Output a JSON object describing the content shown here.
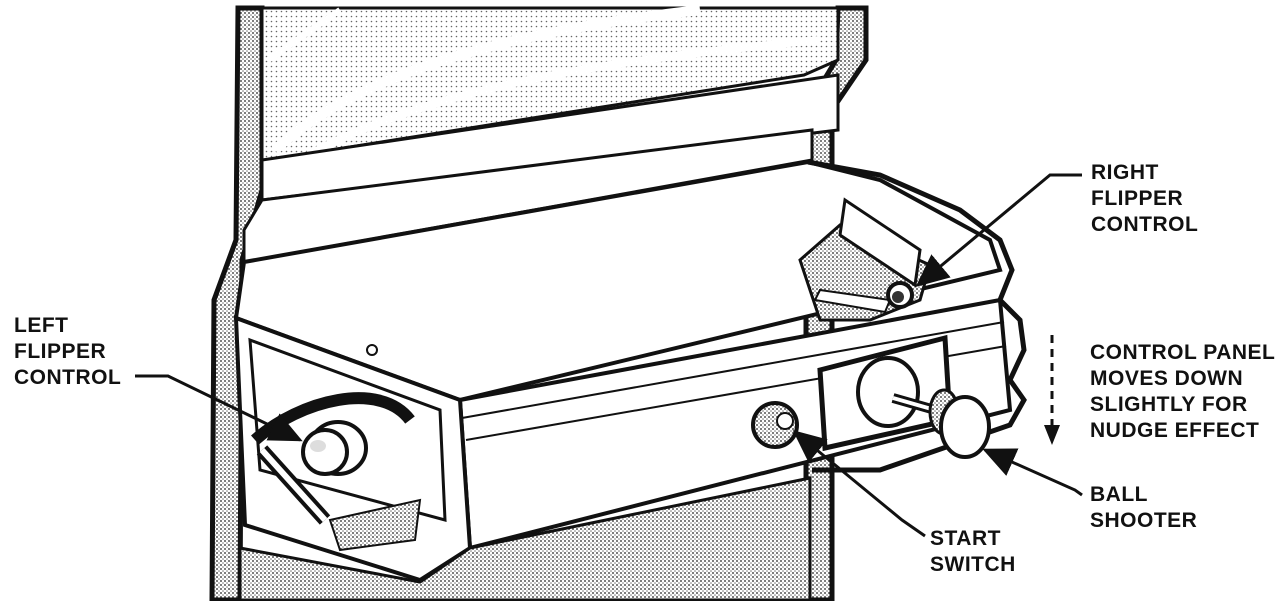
{
  "labels": {
    "left_flipper": [
      "LEFT",
      "FLIPPER",
      "CONTROL"
    ],
    "right_flipper": [
      "RIGHT",
      "FLIPPER",
      "CONTROL"
    ],
    "control_panel": [
      "CONTROL PANEL",
      "MOVES DOWN",
      "SLIGHTLY FOR",
      "NUDGE EFFECT"
    ],
    "start_switch": [
      "START",
      "SWITCH"
    ],
    "ball_shooter": [
      "BALL",
      "SHOOTER"
    ]
  },
  "colors": {
    "ink": "#111111",
    "paper": "#ffffff",
    "shade": "#9a9a9a"
  }
}
